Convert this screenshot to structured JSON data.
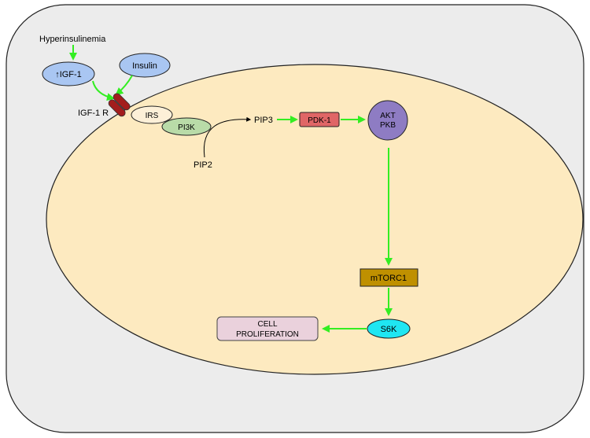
{
  "diagram": {
    "labels": {
      "hyperinsulinemia": "Hyperinsulinemia",
      "igf1": "↑IGF-1",
      "insulin": "Insulin",
      "igf1r": "IGF-1 R",
      "irs": "IRS",
      "pi3k": "PI3K",
      "pip2": "PIP2",
      "pip3": "PIP3",
      "pdk1": "PDK-1",
      "akt_line1": "AKT",
      "akt_line2": "PKB",
      "mtorc1": "mTORC1",
      "s6k": "S6K",
      "cell_line1": "CELL",
      "cell_line2": "PROLIFERATION"
    },
    "colors": {
      "outer_cell": "#ececec",
      "cytoplasm": "#fdeac0",
      "arrow": "#33ee22",
      "igf1_node": "#a9c6f2",
      "insulin_node": "#a9c6f2",
      "receptor": "#a31d1d",
      "irs_node": "#fdf0d8",
      "pi3k_node": "#b9dba8",
      "pdk1_node": "#e06666",
      "akt_node": "#8e7cc3",
      "mtorc1_node": "#bf9000",
      "s6k_node": "#1fe6f2",
      "cell_node": "#ead1dc"
    }
  }
}
